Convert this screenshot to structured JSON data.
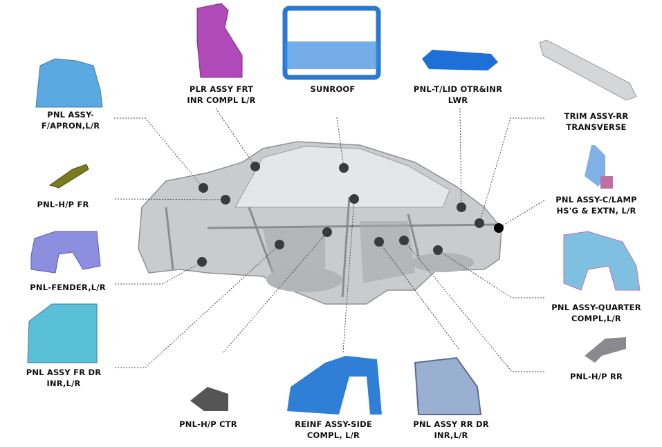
{
  "title": "Car body-in-white parts diagram",
  "labels": {
    "apron": [
      "PNL  ASSY-",
      "F/APRON,L/R"
    ],
    "hp_fr": [
      "PNL-H/P  FR"
    ],
    "fender": [
      "PNL-FENDER,L/R"
    ],
    "fr_dr": [
      "PNL ASSY FR DR",
      "INR,L/R"
    ],
    "pillar": [
      "PLR  ASSY FRT",
      "INR  COMPL  L/R"
    ],
    "sunroof": [
      "SUNROOF"
    ],
    "tlid": [
      "PNL-T/LID  OTR&INR",
      "LWR"
    ],
    "trim": [
      "TRIM  ASSY-RR",
      "TRANSVERSE"
    ],
    "clamp": [
      "PNL  ASSY-C/LAMP",
      "HS'G  & EXTN,  L/R"
    ],
    "quarter": [
      "PNL  ASSY-QUARTER",
      "COMPL,L/R"
    ],
    "hp_rr": [
      "PNL-H/P  RR"
    ],
    "hp_ctr": [
      "PNL-H/P  CTR"
    ],
    "reinf": [
      "REINF  ASSY-SIDE",
      "COMPL,  L/R"
    ],
    "rr_dr": [
      "PNL  ASSY RR DR",
      "INR,L/R"
    ]
  },
  "colors": {
    "dot": "#3a3a3a",
    "active_dot": "#000000",
    "body": "#c4c6c8",
    "blue": "#2f7fd6"
  }
}
